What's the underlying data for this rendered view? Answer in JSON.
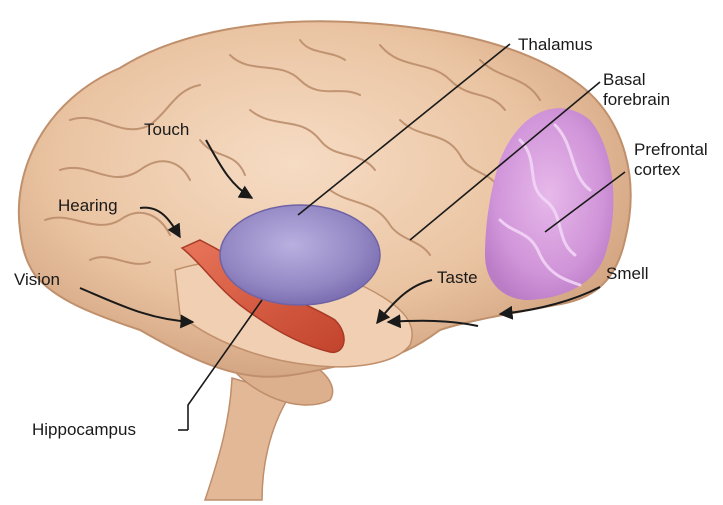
{
  "labels": {
    "thalamus": "Thalamus",
    "basal_forebrain_line1": "Basal",
    "basal_forebrain_line2": "forebrain",
    "prefrontal_line1": "Prefrontal",
    "prefrontal_line2": "cortex",
    "touch": "Touch",
    "hearing": "Hearing",
    "vision": "Vision",
    "taste": "Taste",
    "smell": "Smell",
    "hippocampus": "Hippocampus"
  },
  "colors": {
    "brain": "#e9c3a2",
    "brain_shadow": "#c99874",
    "gyri_line": "#b98a68",
    "thalamus": "#9c90c8",
    "hippocampus": "#d6583e",
    "prefrontal": "#c98ad6",
    "leader_line": "#1a1a1a"
  }
}
